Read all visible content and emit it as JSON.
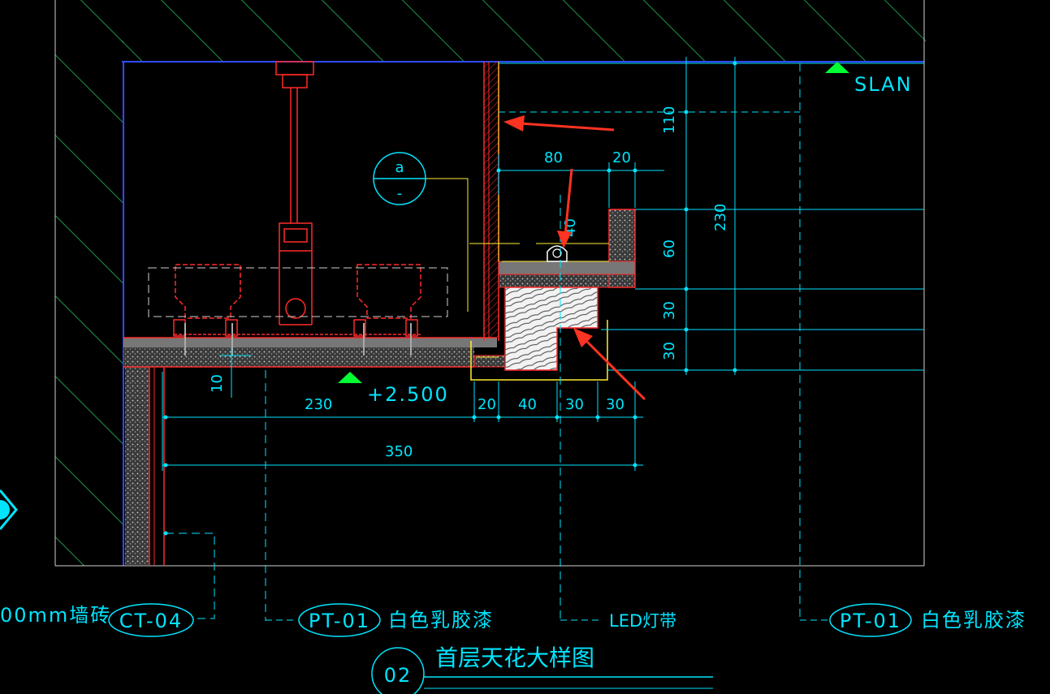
{
  "colors": {
    "background": "#000000",
    "dimension": "#00e5ff",
    "hatch": "#2bd36b",
    "wall_fill": "#9a9a9a",
    "red_line": "#ff2a2a",
    "yellow_line": "#ffee33",
    "blue_line": "#2f4bff",
    "marker": "#00ff33",
    "arrow": "#ff3322"
  },
  "labels": {
    "level_top": "SLAN",
    "level_ceiling": "+2.500",
    "section_mark_top": "a",
    "section_mark_bottom": "-",
    "wall_tile_prefix": "00mm墙砖",
    "ct_code": "CT-04",
    "pt_code_1": "PT-01",
    "pt_desc_1": "白色乳胶漆",
    "led_note": "LED灯带",
    "pt_code_2": "PT-01",
    "pt_desc_2": "白色乳胶漆",
    "drawing_number": "02",
    "drawing_title": "首层天花大样图"
  },
  "dimensions": {
    "d110": "110",
    "d230_vertical": "230",
    "d80": "80",
    "d20_top": "20",
    "d40_led": "40",
    "d60": "60",
    "d30_a": "30",
    "d30_b": "30",
    "d10": "10",
    "d230_horizontal": "230",
    "d20_bottom": "20",
    "d40_bottom": "40",
    "d30_c": "30",
    "d30_d": "30",
    "d350": "350"
  }
}
